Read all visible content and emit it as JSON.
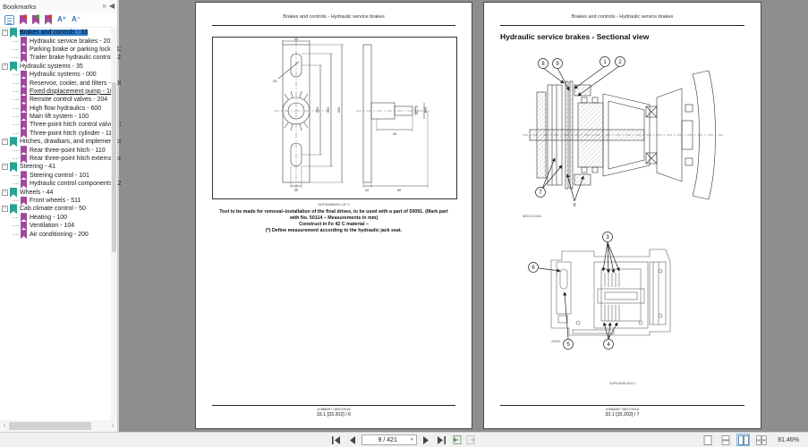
{
  "panel": {
    "title": "Bookmarks",
    "float_icon": "»",
    "collapse_icon": "◀",
    "toolbar": {
      "font_increase": "A⁺",
      "font_decrease": "A⁻"
    },
    "hscroll_left": "‹",
    "hscroll_right": "›",
    "tree": [
      {
        "label": "Brakes and controls - 33"
      },
      {
        "label": "Hydraulic service brakes - 202"
      },
      {
        "label": "Parking brake or parking lock - 110"
      },
      {
        "label": "Trailer brake hydraulic control - 226"
      },
      {
        "label": "Hydraulic systems - 35"
      },
      {
        "label": "Hydraulic systems - 000"
      },
      {
        "label": "Reservoir, cooler, and filters - 300"
      },
      {
        "label": "Fixed displacement pump - 104"
      },
      {
        "label": "Remote control valves - 204"
      },
      {
        "label": "High flow hydraulics - 600"
      },
      {
        "label": "Main lift system - 100"
      },
      {
        "label": "Three-point hitch control valve - 1"
      },
      {
        "label": "Three-point hitch cylinder - 116"
      },
      {
        "label": "Hitches, drawbars, and implement cou"
      },
      {
        "label": "Rear three-point hitch - 110"
      },
      {
        "label": "Rear three-point hitch external cor"
      },
      {
        "label": "Steering - 41"
      },
      {
        "label": "Steering control - 101"
      },
      {
        "label": "Hydraulic control components - 20"
      },
      {
        "label": "Wheels - 44"
      },
      {
        "label": "Front wheels - 511"
      },
      {
        "label": "Cab climate control - 50"
      },
      {
        "label": "Heating - 100"
      },
      {
        "label": "Ventilation - 104"
      },
      {
        "label": "Air conditioning - 200"
      }
    ],
    "expand_glyph": "−"
  },
  "left_page": {
    "header": "Brakes and controls - Hydraulic service brakes",
    "figure_code": "NHPW6B8901-0F  2",
    "caption_line1": "Tool to be made for removal–installation of the final drives, to be used with a part of 50091. (Mark part",
    "caption_line2": "with No. 50114 – Measurements in mm)",
    "caption_line3": "Construct in Fe 42 C material –",
    "caption_line4": "(*) Define measurement according to the hydraulic jack seat.",
    "footer_doc": "47888397 08/07/2016",
    "footer_page": "33.1 [33.202] / 6",
    "dims": {
      "width_top": "40",
      "slot_lead": "15",
      "dim_inner": "200",
      "dim_mid": "350",
      "dim_outer": "390",
      "slot_width": "20",
      "thickness": "20",
      "shaft_total": "90",
      "shaft_len": "40",
      "dia_small": "Ø27.5",
      "dia_large": "Ø36"
    }
  },
  "right_page": {
    "header": "Brakes and controls - Hydraulic service brakes",
    "title": "Hydraulic service brakes - Sectional view",
    "fig1": {
      "code": "MDC0140A",
      "c1": "1",
      "c2": "2",
      "c7": "7",
      "c8": "8",
      "c9": "9",
      "x_label": "X"
    },
    "fig2": {
      "code": "25060",
      "caption": "NJPH4E8CH04  1",
      "c3": "3",
      "c4": "4",
      "c5": "5",
      "c6": "6"
    },
    "footer_doc": "47888397 08/07/2016",
    "footer_page": "33.1 [33.202] / 7"
  },
  "statusbar": {
    "page_field": "9 / 421",
    "caret": "▾",
    "zoom_percent": "81.46%"
  }
}
